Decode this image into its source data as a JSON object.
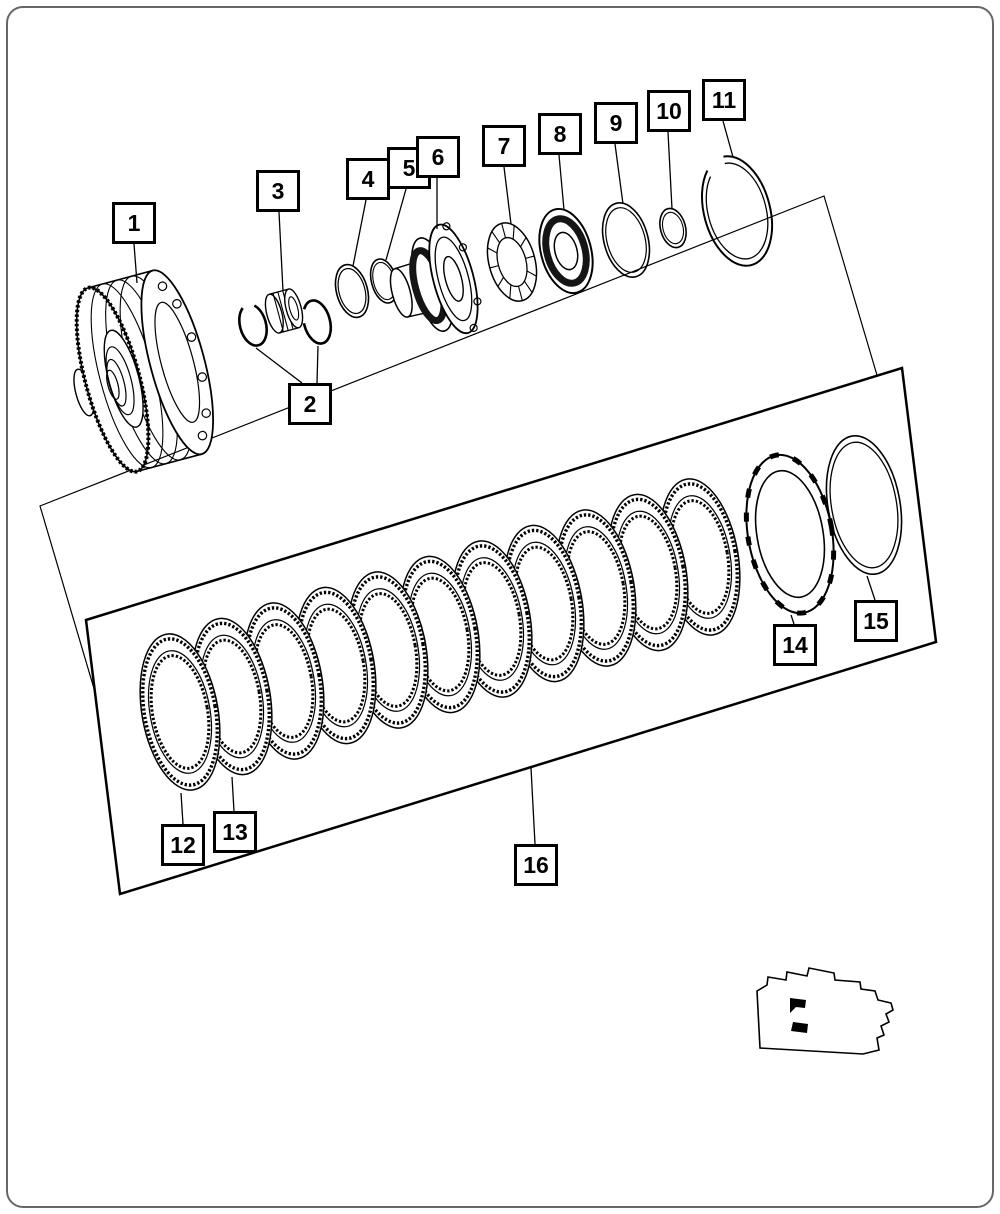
{
  "colors": {
    "background": "#ffffff",
    "line": "#000000"
  },
  "callouts": [
    {
      "label": "1",
      "part": "clutch-drum-assembly"
    },
    {
      "label": "2",
      "part": "snap-ring"
    },
    {
      "label": "3",
      "part": "needle-bearing"
    },
    {
      "label": "4",
      "part": "sealing-ring"
    },
    {
      "label": "5",
      "part": "sealing-ring"
    },
    {
      "label": "6",
      "part": "clutch-retainer"
    },
    {
      "label": "7",
      "part": "wave-spring"
    },
    {
      "label": "8",
      "part": "piston-seal"
    },
    {
      "label": "9",
      "part": "o-ring"
    },
    {
      "label": "10",
      "part": "o-ring-small"
    },
    {
      "label": "11",
      "part": "retaining-ring"
    },
    {
      "label": "12",
      "part": "clutch-plate"
    },
    {
      "label": "13",
      "part": "clutch-disc"
    },
    {
      "label": "14",
      "part": "pressure-plate"
    },
    {
      "label": "15",
      "part": "retaining-ring"
    },
    {
      "label": "16",
      "part": "clutch-pack"
    }
  ]
}
